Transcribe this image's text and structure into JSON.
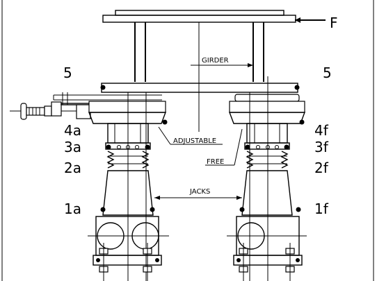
{
  "labels": {
    "force": "F",
    "girder": "GIRDER",
    "level5_left": "5",
    "level5_right": "5",
    "level4_left": "4a",
    "level4_right": "4f",
    "level3_left": "3a",
    "level3_right": "3f",
    "level2_left": "2a",
    "level2_right": "2f",
    "level1_left": "1a",
    "level1_right": "1f",
    "adjustable": "ADJUSTABLE",
    "free": "FREE",
    "jacks": "JACKS"
  }
}
